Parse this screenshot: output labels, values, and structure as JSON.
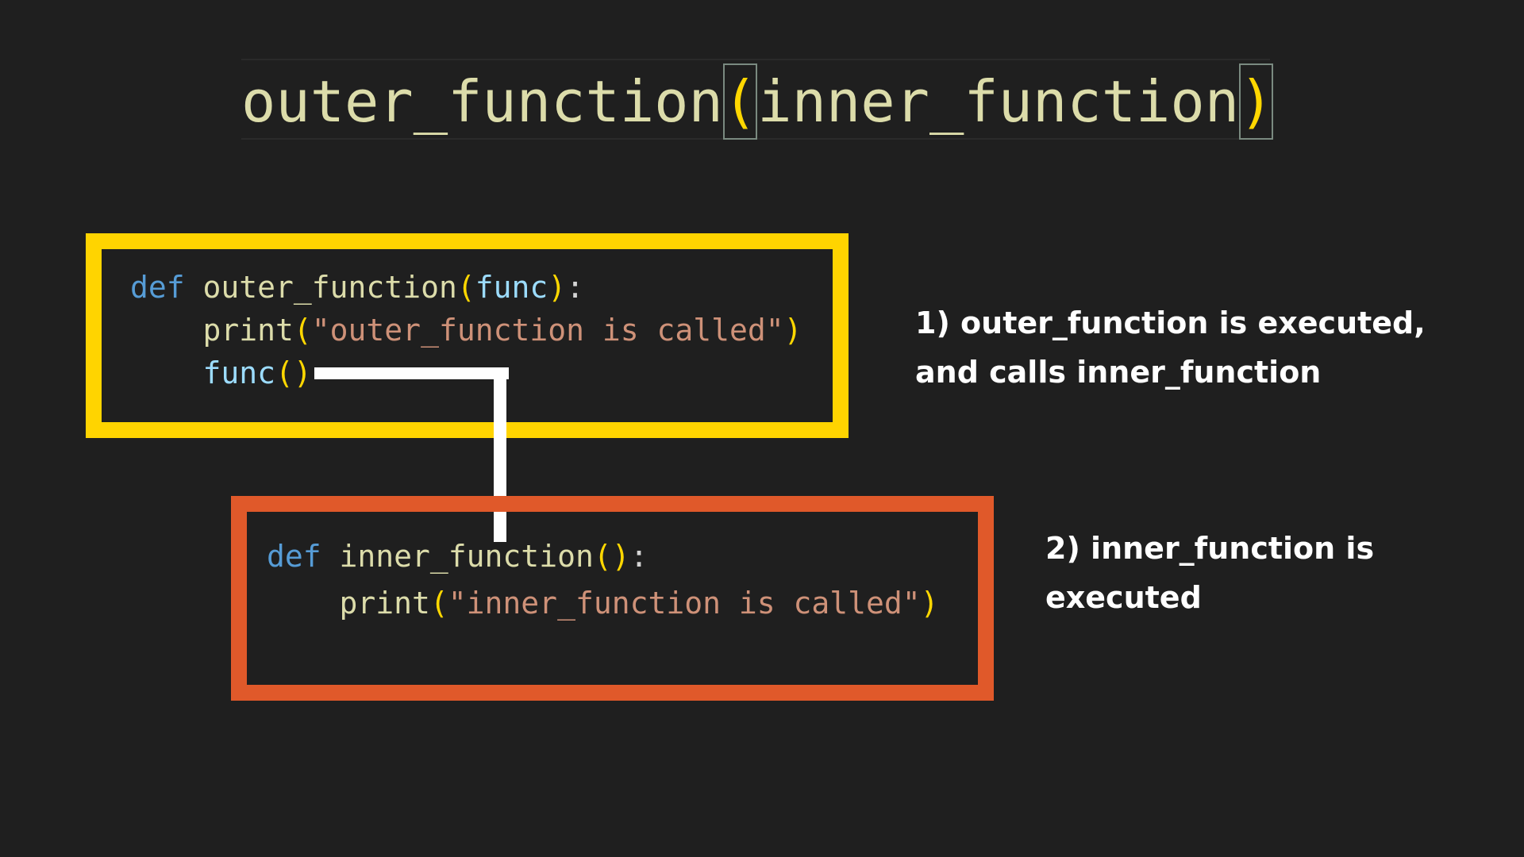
{
  "call": {
    "func": "outer_function",
    "open": "(",
    "arg": "inner_function",
    "close": ")"
  },
  "outer_code": {
    "l1_def": "def",
    "l1_name": "outer_function",
    "l1_open": "(",
    "l1_param": "func",
    "l1_close": ")",
    "l1_colon": ":",
    "l2_fn": "print",
    "l2_open": "(",
    "l2_str": "\"outer_function is called\"",
    "l2_close": ")",
    "l3_fn": "func",
    "l3_parens": "()"
  },
  "inner_code": {
    "l1_def": "def",
    "l1_name": "inner_function",
    "l1_parens": "()",
    "l1_colon": ":",
    "l2_fn": "print",
    "l2_open": "(",
    "l2_str": "\"inner_function is called\"",
    "l2_close": ")"
  },
  "notes": {
    "step1_line1": "1) outer_function is executed,",
    "step1_line2": "and calls inner_function",
    "step2_line1": "2) inner_function is",
    "step2_line2": "executed"
  },
  "colors": {
    "background": "#1f1f1f",
    "outer_box": "#ffd400",
    "inner_box": "#e0592a",
    "keyword": "#569cd6",
    "function": "#dcdcaa",
    "parameter": "#9cdcfe",
    "string": "#ce9178",
    "bracket": "#ffd700"
  }
}
